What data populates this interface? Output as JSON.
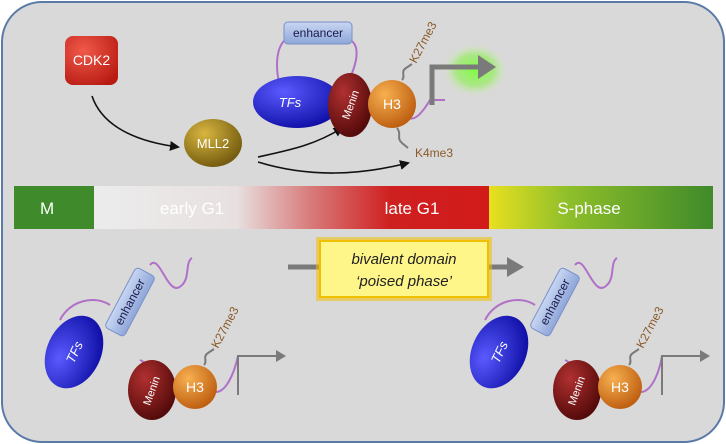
{
  "top": {
    "kinase": "CDK2",
    "methyltransferase": "MLL2",
    "enhancer": "enhancer",
    "tfs": "TFs",
    "menin": "Menin",
    "histone": "H3",
    "mark_repressive": "K27me3",
    "mark_active": "K4me3"
  },
  "timeline": {
    "phases": [
      "M",
      "early G1",
      "late G1",
      "S-phase"
    ]
  },
  "callout": {
    "line1": "bivalent domain",
    "line2": "‘poised phase’"
  },
  "bottom_left": {
    "enhancer": "enhancer",
    "tfs": "TFs",
    "menin": "Menin",
    "histone": "H3",
    "mark": "K27me3"
  },
  "bottom_right": {
    "enhancer": "enhancer",
    "tfs": "TFs",
    "menin": "Menin",
    "histone": "H3",
    "mark": "K27me3"
  },
  "colors": {
    "background_panel": "#d9d9d9",
    "panel_border": "#5b7aa8",
    "cdk2": "#d7261e",
    "mll2": "#9a7a12",
    "tfs": "#1a1ae6",
    "menin": "#7a1010",
    "h3": "#e07a1a",
    "enhancer": "#a9bde6",
    "dna_line": "#b070c8",
    "mark_text": "#8a5a2a",
    "phase_m": "#3f8a2a",
    "phase_s": "#3f8a2a",
    "late_g1": "#d01818",
    "callout_fill": "#fff68a",
    "callout_border": "#f0c000"
  }
}
